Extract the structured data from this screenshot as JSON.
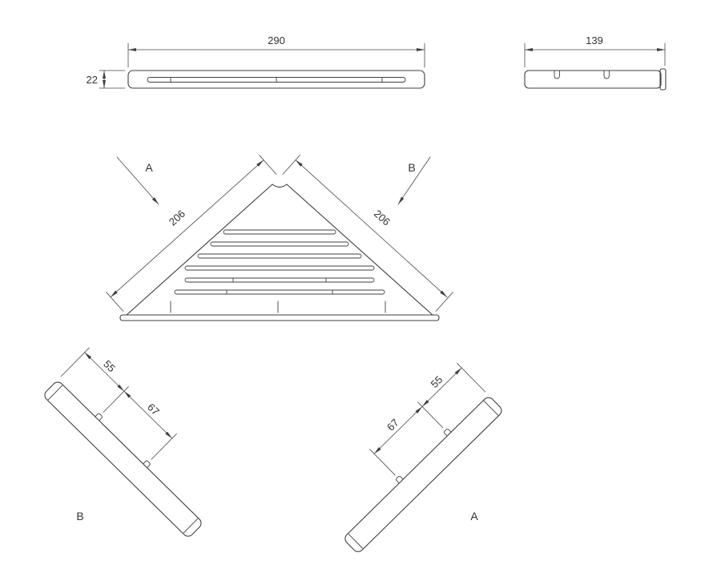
{
  "drawing": {
    "colors": {
      "line": "#3f3f3f",
      "text": "#333333",
      "background": "#ffffff"
    },
    "front_view": {
      "width_label": "290",
      "thickness_label": "22"
    },
    "side_view": {
      "depth_label": "139"
    },
    "top_view": {
      "left_edge_label": "206",
      "right_edge_label": "206",
      "view_a_marker": "A",
      "view_b_marker": "B"
    },
    "detail_view_b": {
      "label": "B",
      "end_to_hook_label": "55",
      "hook_spacing_label": "67"
    },
    "detail_view_a": {
      "label": "A",
      "hook_spacing_label": "67",
      "end_to_hook_label": "55"
    }
  }
}
